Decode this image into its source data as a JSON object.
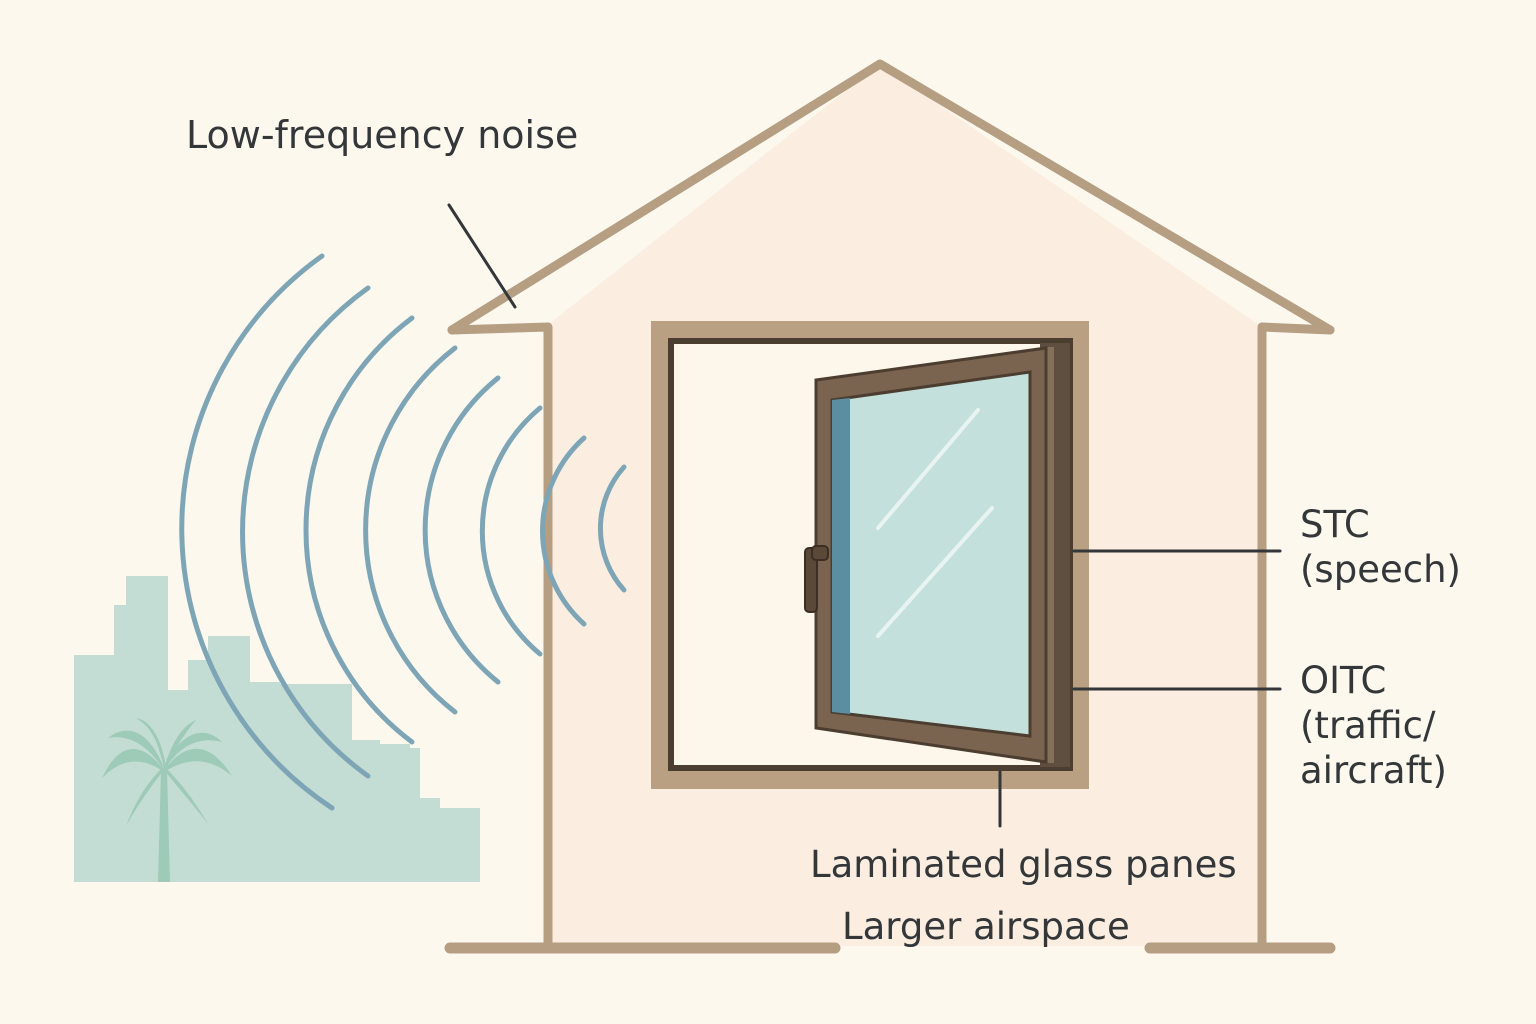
{
  "colors": {
    "background": "#fcf8ee",
    "house_fill": "#fbeee0",
    "house_outline": "#b59e82",
    "window_frame": "#65523f",
    "window_interior": "#fdf6ea",
    "glass": "#c4e0dc",
    "sound_wave": "#7ea5b5",
    "city": "#c3ddd5",
    "palm": "#9ecab8",
    "text": "#33373a"
  },
  "icons": {
    "sound_waves": "sound-waves-icon",
    "city_skyline": "city-skyline-icon",
    "palm_tree": "palm-tree-icon",
    "house": "house-icon",
    "window": "casement-window-icon",
    "handle": "window-handle-icon"
  },
  "labels": {
    "noise": "Low-frequency noise",
    "stc_line1": "STC",
    "stc_line2": "(speech)",
    "oitc_line1": "OITC",
    "oitc_line2": "(traffic/",
    "oitc_line3": "aircraft)",
    "glass": "Laminated glass panes",
    "airspace": "Larger airspace"
  }
}
